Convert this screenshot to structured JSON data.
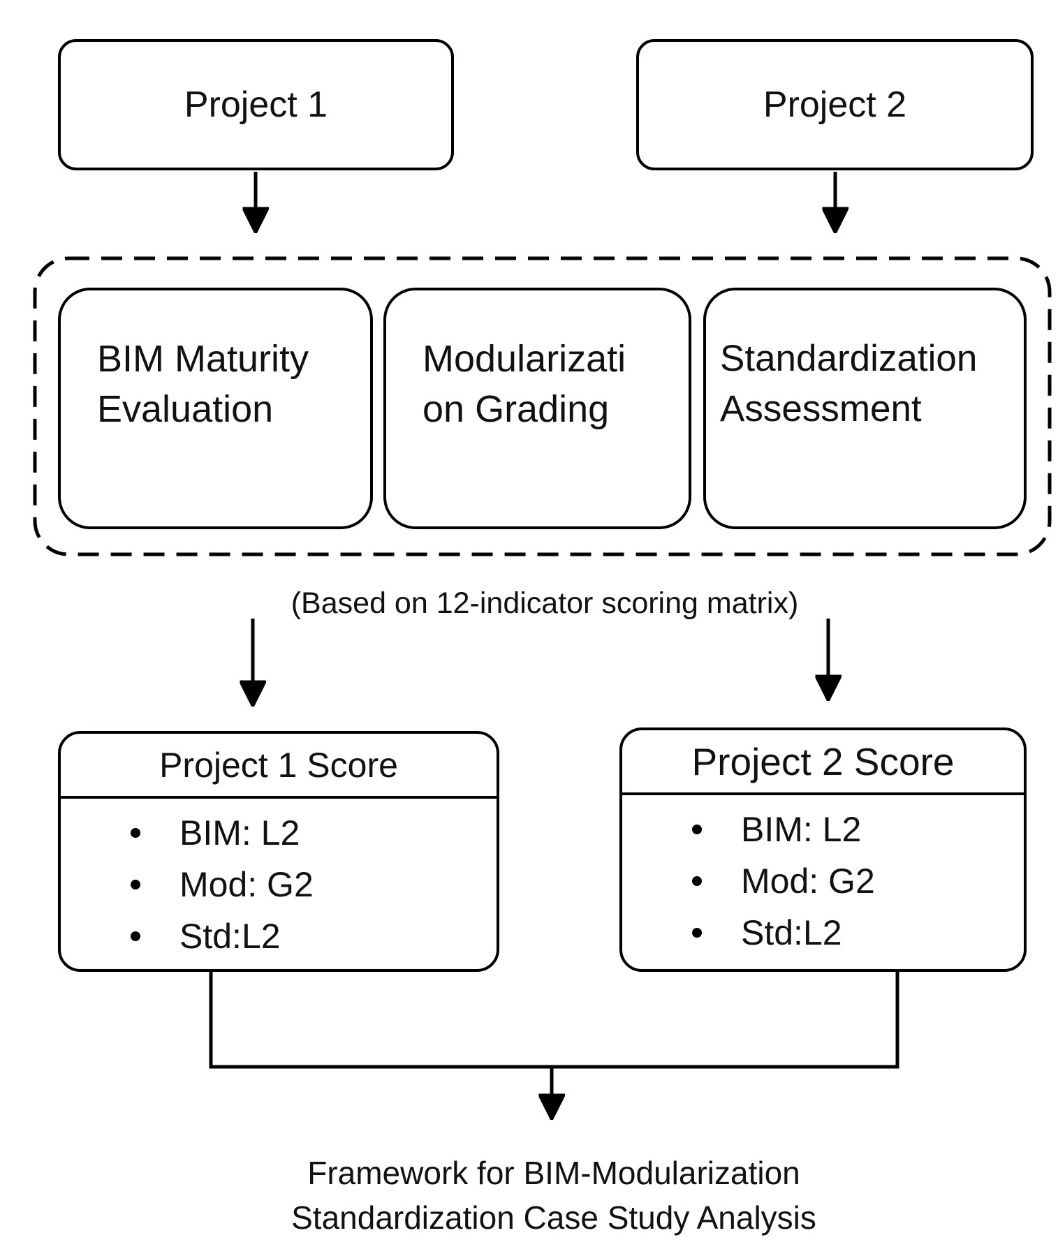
{
  "diagram": {
    "colors": {
      "background": "#ffffff",
      "stroke": "#000000",
      "text": "#111111"
    },
    "project_boxes": [
      {
        "label": "Project 1"
      },
      {
        "label": "Project 2"
      }
    ],
    "process_group": {
      "boxes": [
        {
          "lines": [
            "BIM Maturity",
            "Evaluation"
          ]
        },
        {
          "lines": [
            "Modularizati",
            "on Grading"
          ]
        },
        {
          "lines": [
            "Standardization",
            "Assessment"
          ]
        }
      ]
    },
    "caption": "(Based on 12-indicator scoring matrix)",
    "score_boxes": [
      {
        "title": "Project 1 Score",
        "items": [
          "BIM: L2",
          "Mod: G2",
          "Std:L2"
        ]
      },
      {
        "title": "Project 2 Score",
        "items": [
          "BIM: L2",
          "Mod: G2",
          "Std:L2"
        ]
      }
    ],
    "footer_lines": [
      "Framework for BIM-Modularization",
      "Standardization Case Study Analysis"
    ]
  }
}
